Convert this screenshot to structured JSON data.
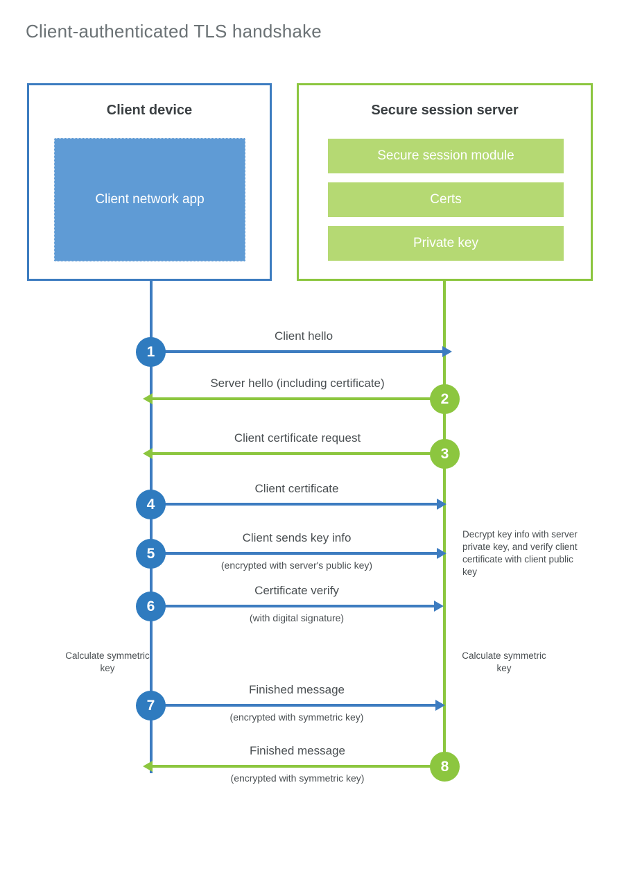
{
  "title": "Client-authenticated TLS handshake",
  "colors": {
    "blue_border": "#3d7cc0",
    "blue_fill": "#5f9bd5",
    "blue_badge": "#2f7bbf",
    "green_border": "#8cc63f",
    "green_fill": "#b5d973",
    "text": "#4a4f52",
    "title_text": "#6b7275"
  },
  "client": {
    "title": "Client device",
    "app_label": "Client network app"
  },
  "server": {
    "title": "Secure session server",
    "components": [
      {
        "label": "Secure session module"
      },
      {
        "label": "Certs"
      },
      {
        "label": "Private key"
      }
    ]
  },
  "steps": [
    {
      "number": "1",
      "label": "Client hello",
      "sublabel": "",
      "direction": "client-to-server",
      "badge_color": "blue"
    },
    {
      "number": "2",
      "label": "Server hello (including certificate)",
      "sublabel": "",
      "direction": "server-to-client",
      "badge_color": "green"
    },
    {
      "number": "3",
      "label": "Client certificate request",
      "sublabel": "",
      "direction": "server-to-client",
      "badge_color": "green"
    },
    {
      "number": "4",
      "label": "Client certificate",
      "sublabel": "",
      "direction": "client-to-server",
      "badge_color": "blue"
    },
    {
      "number": "5",
      "label": "Client sends key info",
      "sublabel": "(encrypted with server's public key)",
      "direction": "client-to-server",
      "badge_color": "blue"
    },
    {
      "number": "6",
      "label": "Certificate verify",
      "sublabel": "(with digital signature)",
      "direction": "client-to-server",
      "badge_color": "blue"
    },
    {
      "number": "7",
      "label": "Finished message",
      "sublabel": "(encrypted with symmetric key)",
      "direction": "client-to-server",
      "badge_color": "blue"
    },
    {
      "number": "8",
      "label": "Finished message",
      "sublabel": "(encrypted with symmetric key)",
      "direction": "server-to-client",
      "badge_color": "green"
    }
  ],
  "notes": {
    "decrypt": "Decrypt key info with server private key, and verify client certificate with client public key",
    "calculate_client": "Calculate symmetric key",
    "calculate_server": "Calculate symmetric key"
  }
}
